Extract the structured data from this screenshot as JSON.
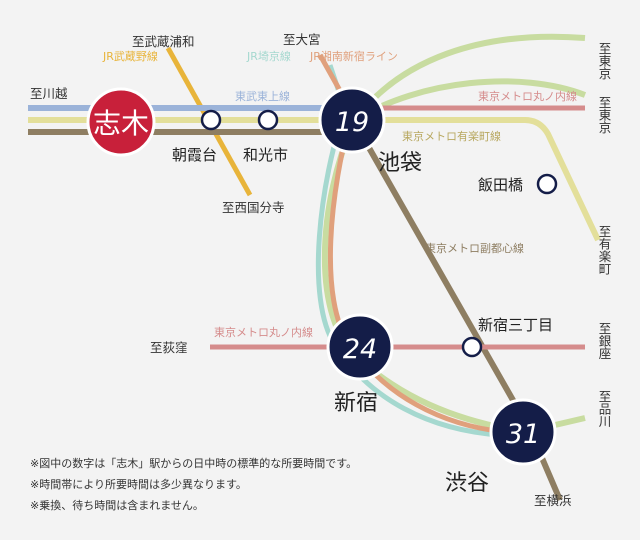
{
  "colors": {
    "tobu_tojo": "#9bb3d9",
    "yurakucho": "#e3df9a",
    "fukutoshin": "#8e7e62",
    "musashino": "#e8b43a",
    "marunouchi": "#d58c8c",
    "saikyo": "#a5d8cf",
    "shonan": "#e0a07c",
    "yamanote": "#c8dca0",
    "origin": "#c8203a",
    "hub": "#141d48"
  },
  "origin_station": "志木",
  "stations": {
    "asakadai": "朝霞台",
    "wakoshi": "和光市",
    "ikebukuro": "池袋",
    "iidabashi": "飯田橋",
    "shinjuku": "新宿",
    "shinjuku_sanchome": "新宿三丁目",
    "shibuya": "渋谷"
  },
  "minutes": {
    "ikebukuro": "19",
    "shinjuku": "24",
    "shibuya": "31"
  },
  "lines": {
    "musashino": "JR武蔵野線",
    "tobu_tojo": "東武東上線",
    "saikyo": "JR埼京線",
    "shonan": "JR湘南新宿ライン",
    "marunouchi_north": "東京メトロ丸ノ内線",
    "yurakucho": "東京メトロ有楽町線",
    "fukutoshin": "東京メトロ副都心線",
    "marunouchi_west": "東京メトロ丸ノ内線"
  },
  "destinations": {
    "musashi_urawa": "至武蔵浦和",
    "omiya": "至大宮",
    "kawagoe": "至川越",
    "nishi_kokubunji": "至西国分寺",
    "ogikubo": "至荻窪",
    "yokohama": "至横浜",
    "tokyo_1": "至東京",
    "tokyo_2": "至東京",
    "shin_kiba": "至有楽町",
    "ginza": "至銀座",
    "shinagawa": "至品川"
  },
  "notes": [
    "※図中の数字は「志木」駅からの日中時の標準的な所要時間です。",
    "※時間帯により所要時間は多少異なります。",
    "※乗換、待ち時間は含まれません。"
  ]
}
